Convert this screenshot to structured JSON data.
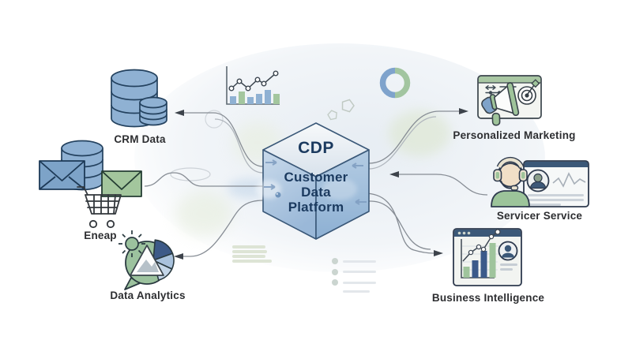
{
  "diagram": {
    "center": {
      "acronym": "CDP",
      "line1": "Customer",
      "line2": "Data",
      "line3": "Platform"
    },
    "nodes": {
      "crm": {
        "label": "CRM Data"
      },
      "eneap": {
        "label": "Eneap"
      },
      "analytics": {
        "label": "Data Analytics"
      },
      "marketing": {
        "label": "Personalized Marketing"
      },
      "service": {
        "label": "Servicer Service"
      },
      "bi": {
        "label": "Business Intelligence"
      }
    },
    "colors": {
      "blue": "#7fa3c9",
      "green": "#a3c69e",
      "navy_bar": "#3b5878",
      "cube_text": "#1b3a5f",
      "connector": "#878d95",
      "label_text": "#2d2e31"
    }
  }
}
